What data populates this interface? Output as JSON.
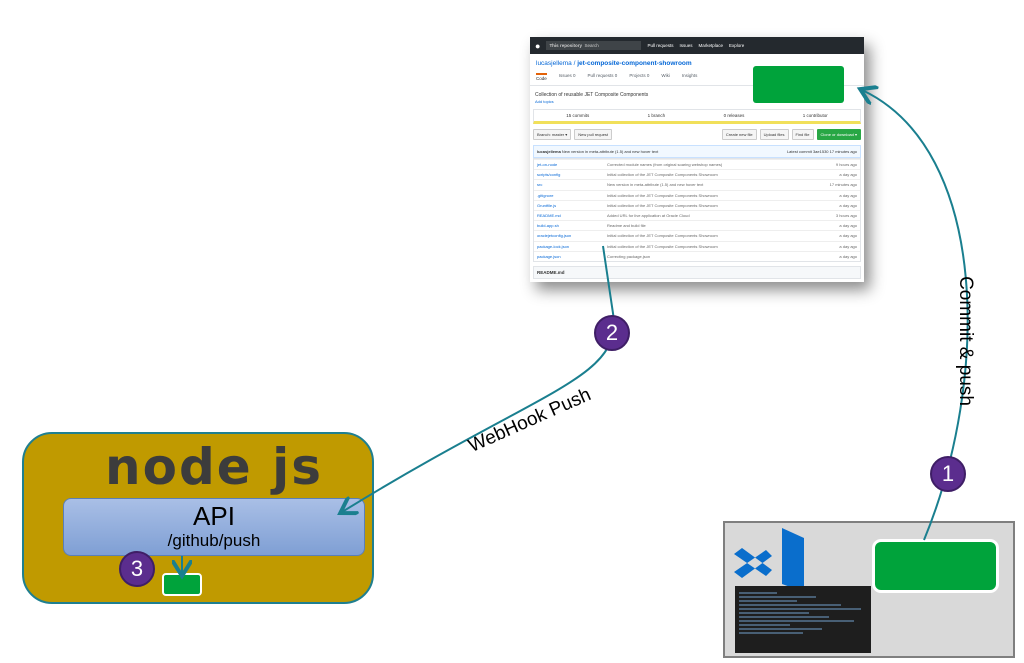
{
  "github": {
    "nav": {
      "scope": "This repository",
      "search": "Search",
      "links": [
        "Pull requests",
        "Issues",
        "Marketplace",
        "Explore"
      ]
    },
    "owner": "lucasjellema",
    "repo": "jet-composite-component-showroom",
    "tabs": [
      "Code",
      "Issues 0",
      "Pull requests 0",
      "Projects 0",
      "Wiki",
      "Insights"
    ],
    "description": "Collection of reusable JET Composite Components",
    "add_topics": "Add topics",
    "stats": [
      "15 commits",
      "1 branch",
      "0 releases",
      "1 contributor"
    ],
    "branch": "Branch: master ▾",
    "new_pr": "New pull request",
    "create": "Create new file",
    "upload": "Upload files",
    "find": "Find file",
    "clone": "Clone or download ▾",
    "commit": {
      "author": "lucasjellema",
      "message": "New version in meta-attribute (1.5) and new hover text",
      "latest": "Latest commit 3ae1530 17 minutes ago"
    },
    "files": [
      {
        "name": "jet-on-node",
        "msg": "Corrected module names (from original soaring webshop names)",
        "time": "9 hours ago"
      },
      {
        "name": "scripts/config",
        "msg": "Initial collection of the JET Composite Components Showroom",
        "time": "a day ago"
      },
      {
        "name": "src",
        "msg": "New version in meta-attribute (1.5) and new hover text",
        "time": "17 minutes ago"
      },
      {
        "name": ".gitignore",
        "msg": "Initial collection of the JET Composite Components Showroom",
        "time": "a day ago"
      },
      {
        "name": "Gruntfile.js",
        "msg": "Initial collection of the JET Composite Components Showroom",
        "time": "a day ago"
      },
      {
        "name": "README.md",
        "msg": "Added URL for live application at Oracle Cloud",
        "time": "3 hours ago"
      },
      {
        "name": "build-app.sh",
        "msg": "Readme and build file",
        "time": "a day ago"
      },
      {
        "name": "oraclejetconfig.json",
        "msg": "Initial collection of the JET Composite Components Showroom",
        "time": "a day ago"
      },
      {
        "name": "package-lock.json",
        "msg": "Initial collection of the JET Composite Components Showroom",
        "time": "a day ago"
      },
      {
        "name": "package.json",
        "msg": "Correcting package.json",
        "time": "a day ago"
      }
    ],
    "readme": "README.md"
  },
  "node": {
    "logo": "node js",
    "api_title": "API",
    "api_path": "/github/push"
  },
  "steps": {
    "one": "1",
    "two": "2",
    "three": "3"
  },
  "labels": {
    "commit_push": "Commit & push",
    "webhook": "WebHook Push"
  },
  "colors": {
    "accent": "#1a7f8f",
    "green": "#00a33b",
    "purple": "#5b2d8e",
    "node_bg": "#c09a00"
  }
}
